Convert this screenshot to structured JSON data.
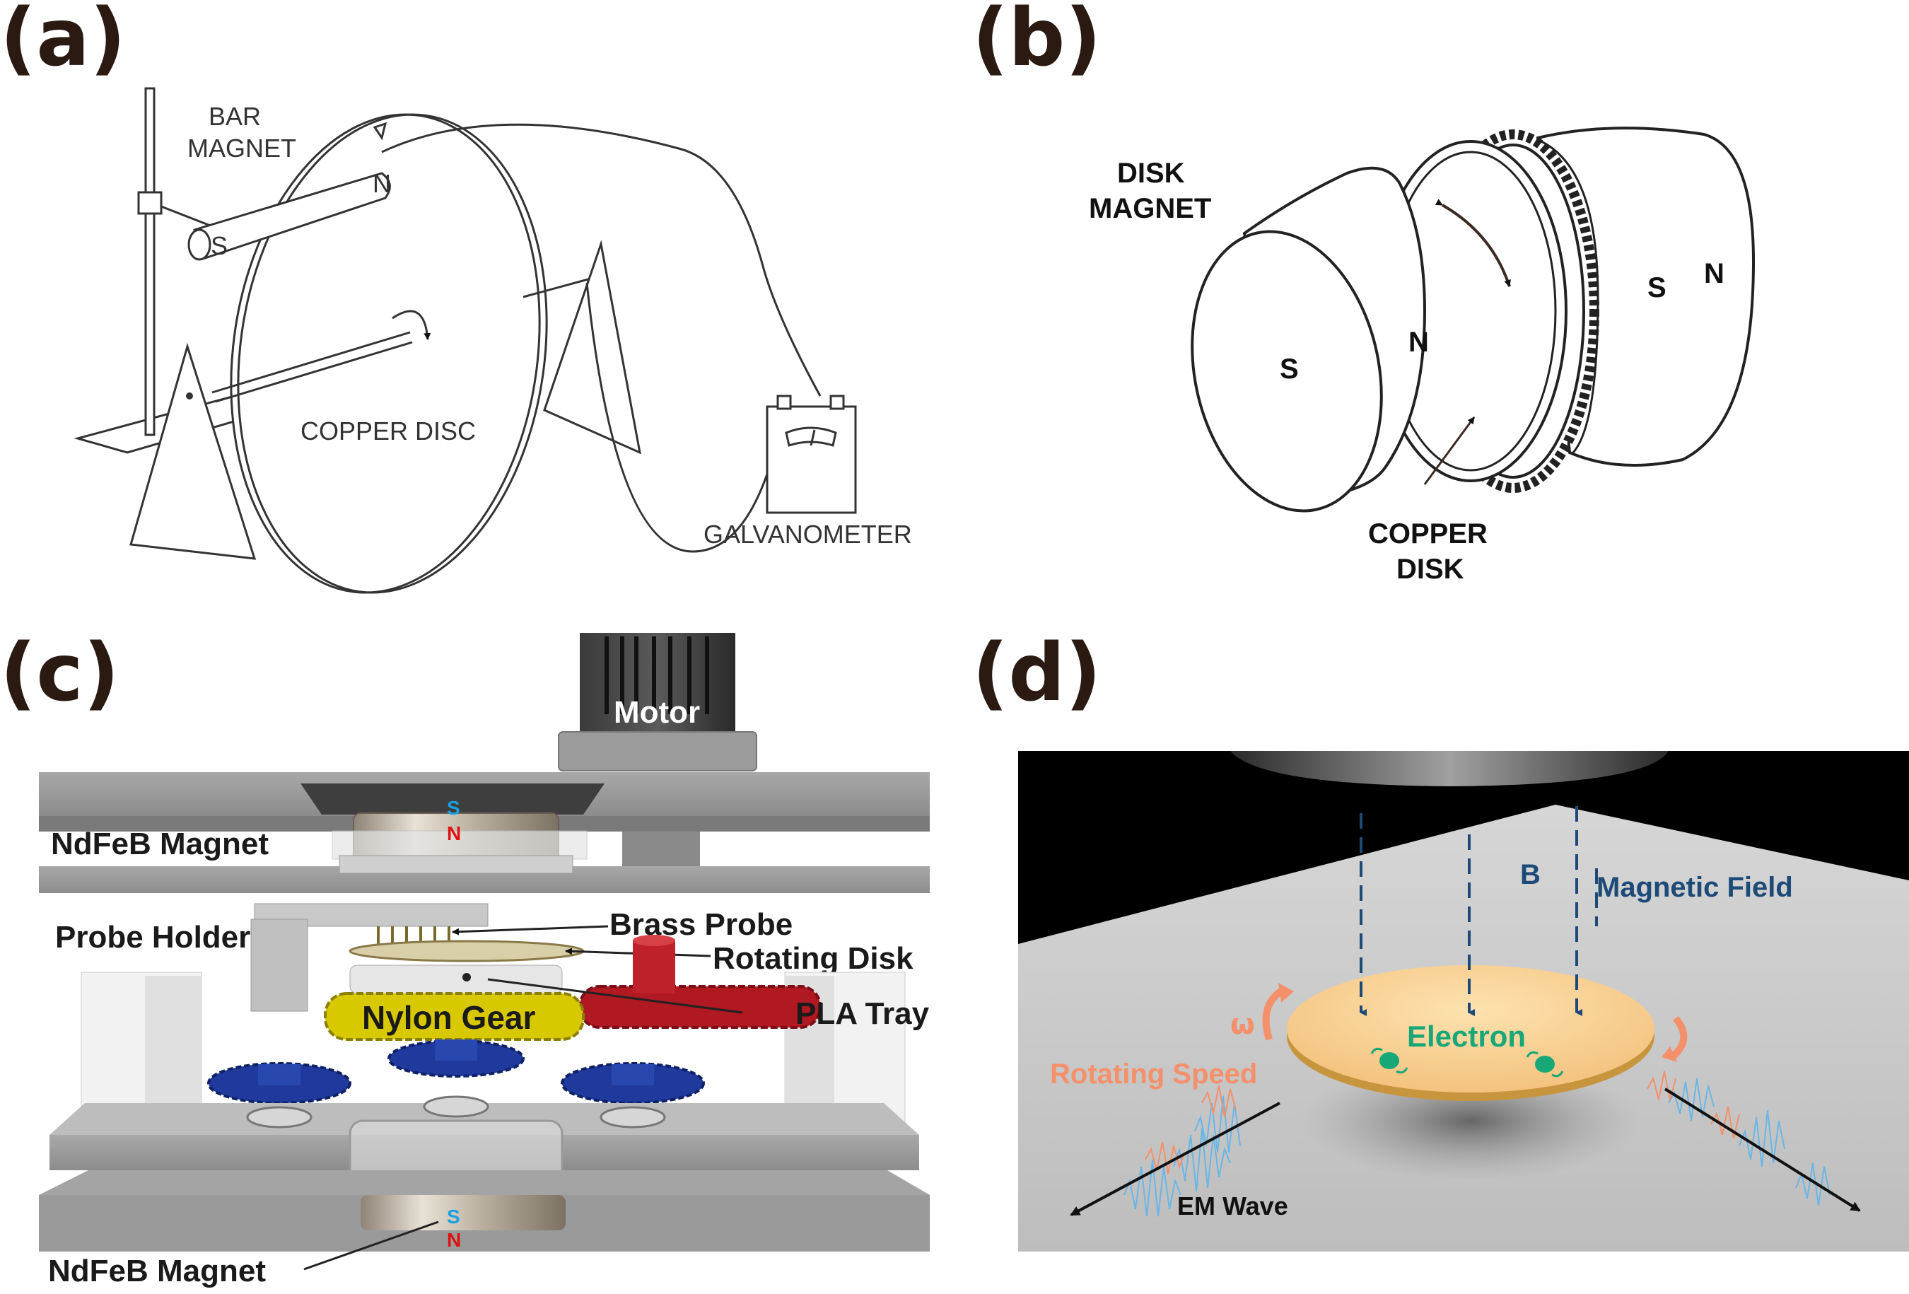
{
  "panels": {
    "a": {
      "letter": "(a)",
      "labels": {
        "bar_magnet_1": "BAR",
        "bar_magnet_2": "MAGNET",
        "pole_s": "S",
        "pole_n": "N",
        "copper_disc": "COPPER DISC",
        "galvanometer": "GALVANOMETER"
      }
    },
    "b": {
      "letter": "(b)",
      "labels": {
        "disk_magnet_1": "DISK",
        "disk_magnet_2": "MAGNET",
        "left_s": "S",
        "left_n": "N",
        "right_s": "S",
        "right_n": "N",
        "copper_disk_1": "COPPER",
        "copper_disk_2": "DISK"
      }
    },
    "c": {
      "letter": "(c)",
      "labels": {
        "motor": "Motor",
        "top_magnet": "NdFeB Magnet",
        "top_s": "S",
        "top_n": "N",
        "probe_holder": "Probe Holder",
        "brass_probe": "Brass Probe",
        "rotating_disk": "Rotating Disk",
        "nylon_gear": "Nylon Gear",
        "pla_tray": "PLA Tray",
        "bottom_magnet": "NdFeB Magnet",
        "bottom_s": "S",
        "bottom_n": "N"
      }
    },
    "d": {
      "letter": "(d)",
      "labels": {
        "b_field": "B",
        "magnetic_field": "Magnetic Field",
        "omega": "ω",
        "rotating_speed": "Rotating Speed",
        "electron": "Electron",
        "em_wave": "EM Wave"
      }
    }
  },
  "colors": {
    "letter": "#2a1a12",
    "pole_s_blue": "#1aa0e0",
    "pole_n_red": "#e01010",
    "gear_yellow": "#d8c800",
    "gear_red": "#b01822",
    "gear_blue": "#1f3a9c",
    "field_blue": "#1e4a78",
    "electron_green": "#18a878",
    "speed_orange": "#f4906a",
    "wave_blue": "#6ab6e6"
  }
}
